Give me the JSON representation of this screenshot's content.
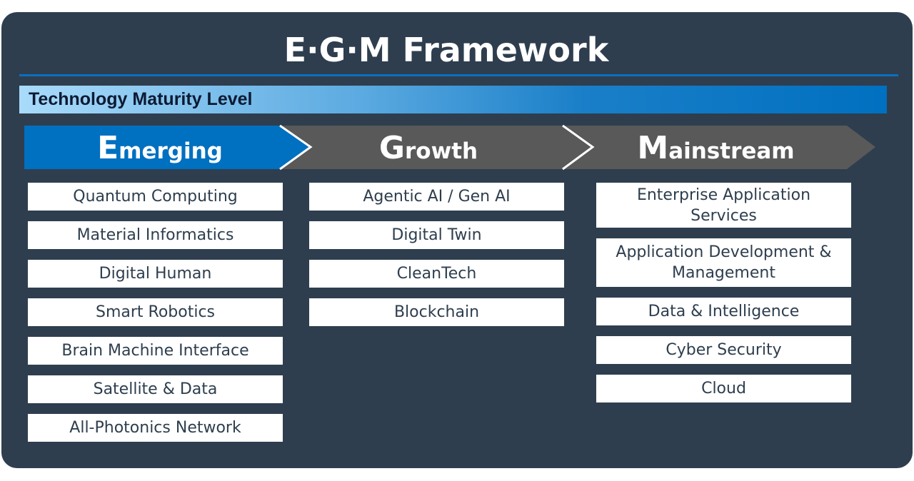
{
  "title": "E·G·M Framework",
  "maturity_label": "Technology Maturity Level",
  "colors": {
    "panel": "#2e3e4e",
    "emerging": "#0070c0",
    "stage_gray": "#595959"
  },
  "stages": [
    {
      "initial": "E",
      "rest": "merging",
      "items": [
        "Quantum Computing",
        "Material Informatics",
        "Digital Human",
        "Smart Robotics",
        "Brain Machine Interface",
        "Satellite & Data",
        "All-Photonics Network"
      ]
    },
    {
      "initial": "G",
      "rest": "rowth",
      "items": [
        "Agentic AI / Gen AI",
        "Digital Twin",
        "CleanTech",
        "Blockchain"
      ]
    },
    {
      "initial": "M",
      "rest": "ainstream",
      "items": [
        "Enterprise Application Services",
        "Application Development & Management",
        "Data & Intelligence",
        "Cyber Security",
        "Cloud"
      ]
    }
  ]
}
